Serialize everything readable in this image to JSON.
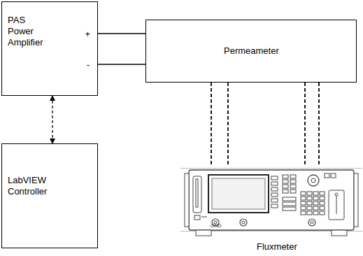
{
  "diagram": {
    "nodes": [
      {
        "text": [
          "PAS Power Amplifier",
          "+",
          "-"
        ]
      },
      {
        "text": [
          "Permeameter"
        ]
      },
      {
        "text": [
          "LabVIEW Controller"
        ]
      },
      {
        "text": [
          "Fluxmeter"
        ]
      }
    ],
    "edges": [
      {
        "from": 0,
        "to": 1,
        "arrow": "none"
      },
      {
        "from": 0,
        "to": 1,
        "arrow": "none"
      },
      {
        "from": 0,
        "to": 2,
        "arrow": "both"
      },
      {
        "from": 1,
        "to": 3,
        "arrow": "none"
      },
      {
        "from": 1,
        "to": 3,
        "arrow": "none"
      },
      {
        "from": 1,
        "to": 3,
        "arrow": "none"
      },
      {
        "from": 1,
        "to": 3,
        "arrow": "none"
      }
    ],
    "labels": [
      "GND"
    ]
  }
}
